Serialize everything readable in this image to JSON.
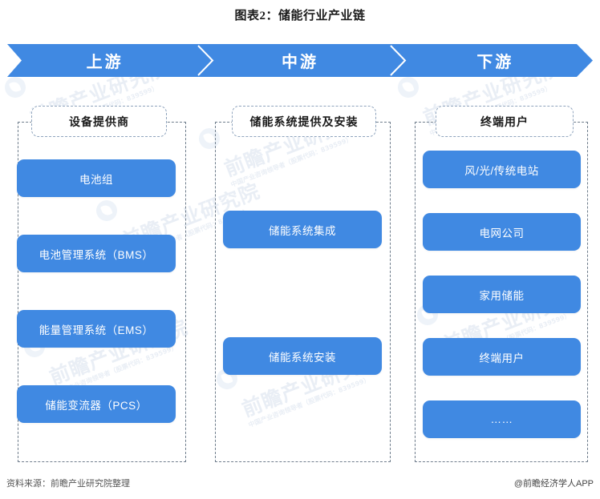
{
  "title": "图表2：储能行业产业链",
  "colors": {
    "node_blue": "#4089e2",
    "banner_blue": "#4089e2",
    "dashed_border": "#6f7d8c",
    "head_border": "#8fa4bd",
    "text_white": "#ffffff"
  },
  "banner": {
    "segments": [
      {
        "label": "上游"
      },
      {
        "label": "中游"
      },
      {
        "label": "下游"
      }
    ]
  },
  "columns": [
    {
      "id": "upstream",
      "head": "设备提供商",
      "nodes": [
        {
          "label": "电池组"
        },
        {
          "label": "电池管理系统（BMS）"
        },
        {
          "label": "能量管理系统（EMS）"
        },
        {
          "label": "储能变流器（PCS）"
        }
      ]
    },
    {
      "id": "midstream",
      "head": "储能系统提供及安装",
      "nodes": [
        {
          "label": "储能系统集成"
        },
        {
          "label": "储能系统安装"
        }
      ]
    },
    {
      "id": "downstream",
      "head": "终端用户",
      "nodes": [
        {
          "label": "风/光/传统电站"
        },
        {
          "label": "电网公司"
        },
        {
          "label": "家用储能"
        },
        {
          "label": "终端用户"
        },
        {
          "label": "……"
        }
      ]
    }
  ],
  "footer": {
    "source": "资料来源：前瞻产业研究院整理",
    "brand": "@前瞻经济学人APP"
  },
  "watermark": {
    "main": "前瞻产业研究院",
    "sub": "中国产业咨询领导者（股票代码：839599）"
  }
}
